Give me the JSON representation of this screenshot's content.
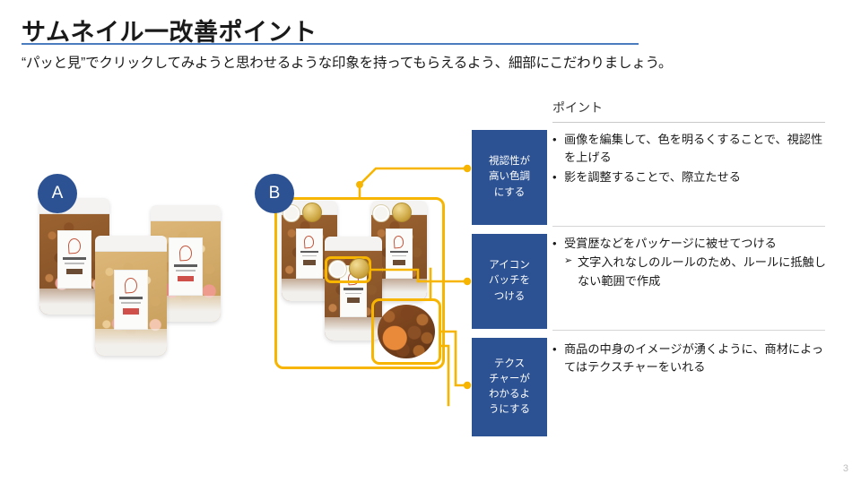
{
  "slide": {
    "title": "サムネイル一改善ポイント",
    "subtitle": "“パッと見”でクリックしてみようと思わせるような印象を持ってもらえるよう、細部にこだわりましょう。",
    "page_number": "3",
    "accent_blue": "#2c5293",
    "rule_blue": "#4a7cbf",
    "accent_yellow": "#f7b500"
  },
  "variants": {
    "a_label": "A",
    "b_label": "B"
  },
  "point_column": {
    "header": "ポイント"
  },
  "rows": [
    {
      "label": "視認性が\n高い色調\nにする",
      "bullets": [
        {
          "level": 1,
          "mark": "•",
          "text": "画像を編集して、色を明るくすることで、視認性を上げる"
        },
        {
          "level": 1,
          "mark": "•",
          "text": "影を調整することで、際立たせる"
        }
      ]
    },
    {
      "label": "アイコン\nバッチを\nつける",
      "bullets": [
        {
          "level": 1,
          "mark": "•",
          "text": "受賞歴などをパッケージに被せてつける"
        },
        {
          "level": 2,
          "mark": "➢",
          "text": "文字入れなしのルールのため、ルールに抵触しない範囲で作成"
        }
      ]
    },
    {
      "label": "テクス\nチャーが\nわかるよ\nうにする",
      "bullets": [
        {
          "level": 1,
          "mark": "•",
          "text": "商品の中身のイメージが湧くように、商材によってはテクスチャーをいれる"
        }
      ]
    }
  ]
}
